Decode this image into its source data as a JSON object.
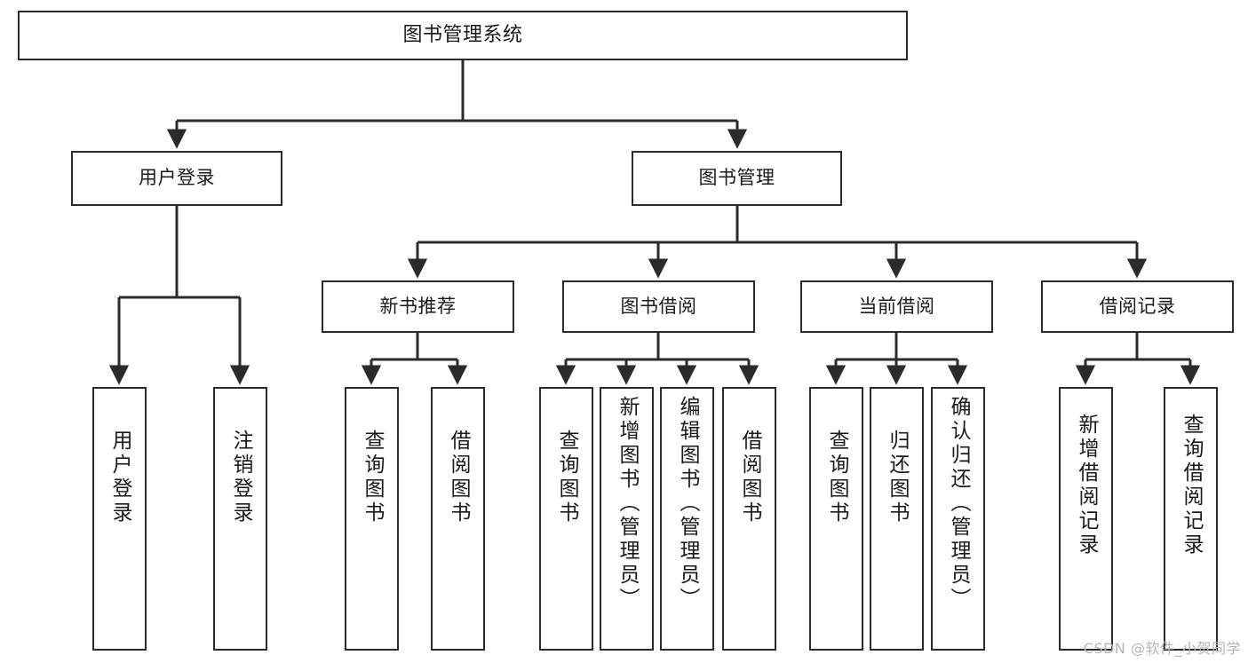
{
  "diagram": {
    "title": "图书管理系统",
    "type": "hierarchy-tree",
    "watermark": "CSDN @软件_小贺同学",
    "colors": {
      "stroke": "#2b2b2b",
      "fill": "#ffffff",
      "text": "#1a1a1a",
      "watermark": "#b4b4b4"
    },
    "nodes": {
      "root": {
        "label": "图书管理系统",
        "level": 1
      },
      "level2": [
        {
          "id": "user-login",
          "label": "用户登录",
          "level": 2
        },
        {
          "id": "book-manage",
          "label": "图书管理",
          "level": 2
        }
      ],
      "level3": [
        {
          "id": "new-book-rec",
          "label": "新书推荐",
          "level": 3,
          "parent": "book-manage"
        },
        {
          "id": "book-borrow",
          "label": "图书借阅",
          "level": 3,
          "parent": "book-manage"
        },
        {
          "id": "current-borrow",
          "label": "当前借阅",
          "level": 3,
          "parent": "book-manage"
        },
        {
          "id": "borrow-record",
          "label": "借阅记录",
          "level": 3,
          "parent": "book-manage"
        }
      ],
      "leaves": [
        {
          "id": "leaf-user-login",
          "label": "用户登录",
          "parent": "user-login",
          "chars": 4
        },
        {
          "id": "leaf-user-logout",
          "label": "注销登录",
          "parent": "user-login",
          "chars": 4
        },
        {
          "id": "leaf-rec-query-book",
          "label": "查询图书",
          "parent": "new-book-rec",
          "chars": 4
        },
        {
          "id": "leaf-rec-borrow-book",
          "label": "借阅图书",
          "parent": "new-book-rec",
          "chars": 4
        },
        {
          "id": "leaf-bb-query-book",
          "label": "查询图书",
          "parent": "book-borrow",
          "chars": 4
        },
        {
          "id": "leaf-bb-add-book",
          "label": "新增图书（管理员）",
          "parent": "book-borrow",
          "chars": 9
        },
        {
          "id": "leaf-bb-edit-book",
          "label": "编辑图书（管理员）",
          "parent": "book-borrow",
          "chars": 9
        },
        {
          "id": "leaf-bb-borrow-book",
          "label": "借阅图书",
          "parent": "book-borrow",
          "chars": 4
        },
        {
          "id": "leaf-cb-query-book",
          "label": "查询图书",
          "parent": "current-borrow",
          "chars": 4
        },
        {
          "id": "leaf-cb-return-book",
          "label": "归还图书",
          "parent": "current-borrow",
          "chars": 4
        },
        {
          "id": "leaf-cb-confirm-return",
          "label": "确认归还（管理员）",
          "parent": "current-borrow",
          "chars": 9
        },
        {
          "id": "leaf-br-add-record",
          "label": "新增借阅记录",
          "parent": "borrow-record",
          "chars": 6
        },
        {
          "id": "leaf-br-query-record",
          "label": "查询借阅记录",
          "parent": "borrow-record",
          "chars": 6
        }
      ]
    }
  }
}
